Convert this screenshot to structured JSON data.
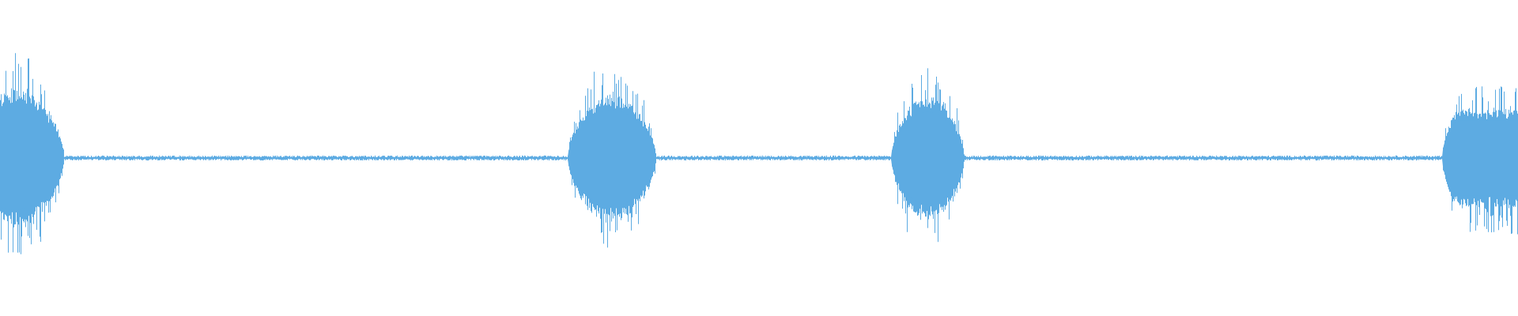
{
  "waveform": {
    "color": "#5DABE2",
    "background": "#FFFFFF",
    "baseline_amplitude": 0.012,
    "bursts": [
      {
        "start": 0.0,
        "end": 0.042,
        "peak": 0.6,
        "profile": "rise-fall",
        "cut_left": true
      },
      {
        "start": 0.374,
        "end": 0.432,
        "peak": 0.55,
        "profile": "rise-fall",
        "cut_left": false
      },
      {
        "start": 0.587,
        "end": 0.635,
        "peak": 0.53,
        "profile": "rise-fall",
        "cut_left": false
      },
      {
        "start": 0.95,
        "end": 1.0,
        "peak": 0.43,
        "profile": "rise-plateau",
        "cut_left": false
      }
    ]
  }
}
